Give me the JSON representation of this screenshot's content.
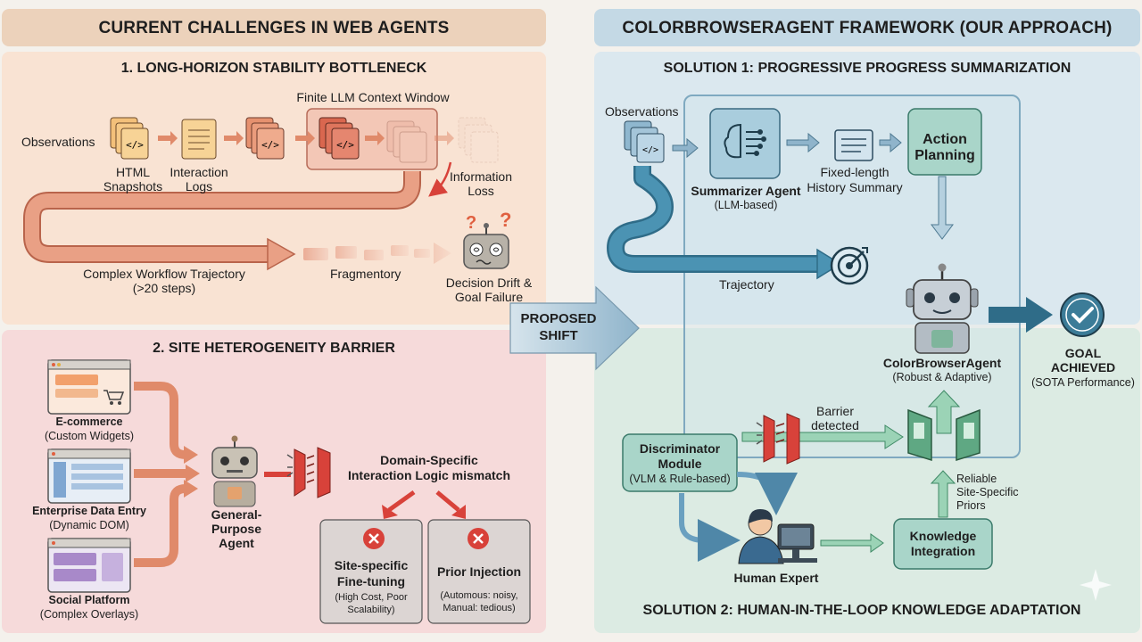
{
  "left": {
    "header": "CURRENT CHALLENGES IN WEB AGENTS",
    "section1": {
      "title": "1. LONG-HORIZON STABILITY BOTTLENECK",
      "context_window": "Finite LLM Context Window",
      "observations": "Observations",
      "html_snapshots": [
        "HTML",
        "Snapshots"
      ],
      "interaction_logs": [
        "Interaction",
        "Logs"
      ],
      "information_loss": [
        "Information",
        "Loss"
      ],
      "trajectory": [
        "Complex Workflow Trajectory",
        "(>20 steps)"
      ],
      "fragmentory": "Fragmentory",
      "decision_drift": [
        "Decision Drift &",
        "Goal Failure"
      ]
    },
    "section2": {
      "title": "2. SITE HETEROGENEITY BARRIER",
      "sites": [
        {
          "name": "E-commerce",
          "detail": "(Custom Widgets)"
        },
        {
          "name": "Enterprise Data Entry",
          "detail": "(Dynamic DOM)"
        },
        {
          "name": "Social Platform",
          "detail": "(Complex Overlays)"
        }
      ],
      "agent": [
        "General-",
        "Purpose",
        "Agent"
      ],
      "mismatch": [
        "Domain-Specific",
        "Interaction Logic mismatch"
      ],
      "fine_tuning": {
        "title": [
          "Site-specific",
          "Fine-tuning"
        ],
        "detail": [
          "(High Cost, Poor",
          "Scalability)"
        ]
      },
      "prior_injection": {
        "title": "Prior Injection",
        "detail": [
          "(Automous: noisy,",
          "Manual: tedious)"
        ]
      }
    }
  },
  "shift": [
    "PROPOSED",
    "SHIFT"
  ],
  "right": {
    "header": "COLORBROWSERAGENT FRAMEWORK (OUR APPROACH)",
    "solution1": {
      "title": "SOLUTION 1: PROGRESSIVE PROGRESS SUMMARIZATION",
      "observations": "Observations",
      "summarizer": {
        "name": "Summarizer Agent",
        "detail": "(LLM-based)"
      },
      "history": [
        "Fixed-length",
        "History Summary"
      ],
      "action": [
        "Action",
        "Planning"
      ],
      "trajectory": "Trajectory"
    },
    "agent": {
      "name": "ColorBrowserAgent",
      "detail": "(Robust & Adaptive)"
    },
    "goal": {
      "title": [
        "GOAL",
        "ACHIEVED"
      ],
      "detail": "(SOTA Performance)"
    },
    "solution2": {
      "title": "SOLUTION 2: HUMAN-IN-THE-LOOP KNOWLEDGE ADAPTATION",
      "discriminator": [
        "Discriminator",
        "Module",
        "(VLM & Rule-based)"
      ],
      "barrier": [
        "Barrier",
        "detected"
      ],
      "human": "Human Expert",
      "knowledge": [
        "Knowledge",
        "Integration"
      ],
      "priors": [
        "Reliable",
        "Site-Specific",
        "Priors"
      ]
    }
  },
  "colors": {
    "left_top_bg": "#f9e3d3",
    "left_bottom_bg": "#f6dada",
    "right_top_bg": "#dbe8ef",
    "right_bottom_bg": "#dcebe3",
    "accent_orange": "#e08a6a",
    "accent_teal": "#3f8aa6",
    "accent_green": "#5fb48b",
    "error_red": "#d8423a"
  },
  "icons": [
    "code-file-icon",
    "document-icon",
    "robot-icon",
    "brain-icon",
    "target-icon",
    "checkmark-icon",
    "user-icon",
    "door-icon",
    "wall-icon",
    "error-icon",
    "browser-window-icon"
  ]
}
